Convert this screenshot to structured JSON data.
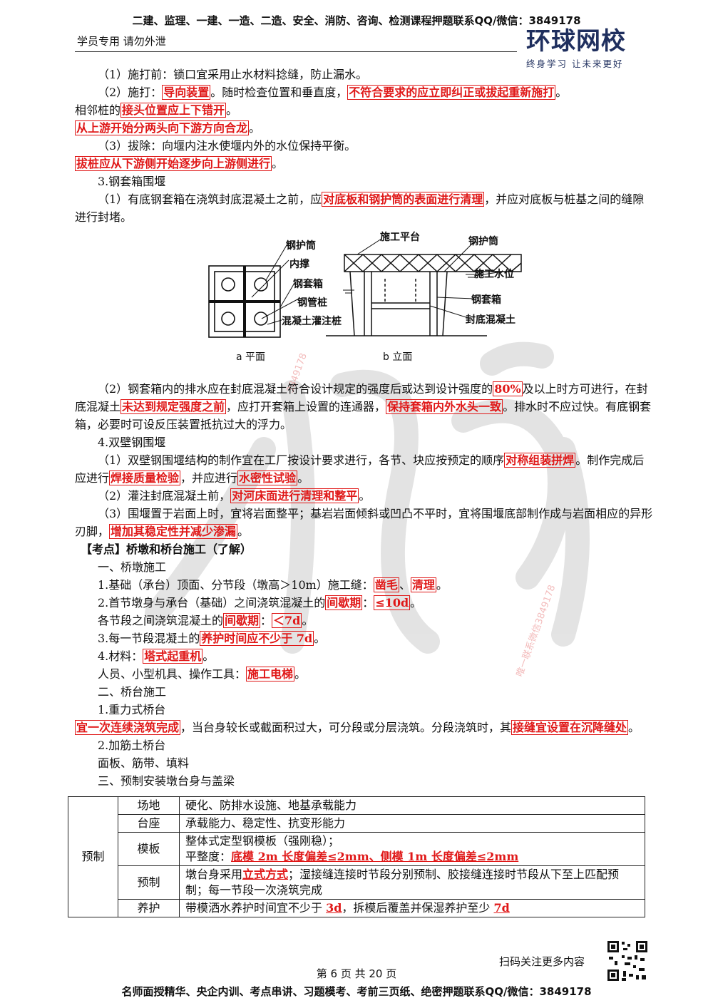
{
  "header": {
    "top_banner": "二建、监理、一建、一造、二造、安全、消防、咨询、检测课程押题联系QQ/微信：3849178",
    "sub_left": "学员专用 请勿外泄",
    "brand_name": "环球网校",
    "brand_slogan": "终身学习 让未来更好"
  },
  "s1": {
    "l1": "（1）施打前：锁口宜采用止水材料捻缝，防止漏水。",
    "l2a": "（2）施打：",
    "l2b": "导向装置",
    "l2c": "。随时检查位置和垂直度，",
    "l2d": "不符合要求的应立即纠正或拔起重新施打",
    "l2e": "。",
    "l3a": "相邻桩的",
    "l3b": "接头位置应上下错开",
    "l3c": "。",
    "l4a": "从上游开始分两头向下游方向合龙",
    "l4b": "。",
    "l5": "（3）拔除：向堰内注水使堰内外的水位保持平衡。",
    "l6a": "拔桩应从下游侧开始逐步向上游侧进行",
    "l6b": "。"
  },
  "s3": {
    "title": "3.钢套箱围堰",
    "p1a": "（1）有底钢套箱在浇筑封底混凝土之前，应",
    "p1b": "对底板和钢护筒的表面进行清理",
    "p1c": "，并应对底板与桩基之间的缝隙进行封堵。",
    "p2a": "（2）钢套箱内的排水应在封底混凝土符合设计规定的强度后或达到设计强度的",
    "p2b": "80%",
    "p2c": "及以上时方可进行，在封底混凝土",
    "p2d": "未达到规定强度之前",
    "p2e": "，应打开套箱上设置的连通器，",
    "p2f": "保持套箱内外水头一致",
    "p2g": "。排水时不应过快。有底钢套箱，必要时可设反压装置抵抗过大的浮力。"
  },
  "figure": {
    "plan_labels": [
      "钢护筒",
      "内撑",
      "钢套箱",
      "钢管桩",
      "混凝土灌注桩"
    ],
    "elev_labels": [
      "施工平台",
      "钢护筒",
      "施工水位",
      "钢套箱",
      "封底混凝土"
    ],
    "caption_a": "a 平面",
    "caption_b": "b 立面"
  },
  "s4": {
    "title": "4.双壁钢围堰",
    "p1a": "（1）双壁钢围堰结构的制作宜在工厂按设计要求进行，各节、块应按预定的顺序",
    "p1b": "对称组装拼焊",
    "p1c": "。制作完成后应进行",
    "p1d": "焊接质量检验",
    "p1e": "，并应进行",
    "p1f": "水密性试验",
    "p1g": "。",
    "p2a": "（2）灌注封底混凝土前，",
    "p2b": "对河床面进行清理和整平",
    "p2c": "。",
    "p3a": "（3）围堰置于岩面上时，宜将岩面整平；基岩岩面倾斜或凹凸不平时，宜将围堰底部制作成与岩面相应的异形刃脚，",
    "p3b": "增加其稳定性并减少渗漏",
    "p3c": "。"
  },
  "kp": {
    "title": "【考点】桥墩和桥台施工（了解）",
    "h1": "一、桥墩施工",
    "i1a": "1.基础（承台）顶面、分节段（墩高＞10m）施工缝：",
    "i1b": "凿毛",
    "i1c": "、",
    "i1d": "清理",
    "i1e": "。",
    "i2a": "2.首节墩身与承台（基础）之间浇筑混凝土的",
    "i2b": "间歇期",
    "i2c": "：",
    "i2d": "≤10d",
    "i2e": "。",
    "i3a": "各节段之间浇筑混凝土的",
    "i3b": "间歇期",
    "i3c": "：",
    "i3d": "＜7d",
    "i3e": "。",
    "i4a": "3.每一节段混凝土的",
    "i4b": "养护时间应不少于 7d",
    "i4c": "。",
    "i5a": "4.材料：",
    "i5b": "塔式起重机",
    "i5c": "。",
    "i6a": "人员、小型机具、操作工具：",
    "i6b": "施工电梯",
    "i6c": "。",
    "h2": "二、桥台施工",
    "g1": "1.重力式桥台",
    "g1a": "宜一次连续浇筑完成",
    "g1b": "，当台身较长或截面积过大，可分段或分层浇筑。分段浇筑时，其",
    "g1c": "接缝宜设置在沉降缝处",
    "g1d": "。",
    "g2": "2.加筋土桥台",
    "g2t": "面板、筋带、填料",
    "h3": "三、预制安装墩台身与盖梁"
  },
  "table": {
    "category": "预制",
    "rows": [
      {
        "sub": "场地",
        "text": "硬化、防排水设施、地基承载能力"
      },
      {
        "sub": "台座",
        "text": "承载能力、稳定性、抗变形能力"
      },
      {
        "sub": "模板",
        "line1": "整体式定型钢模板（强刚稳）；",
        "line2a": "平整度：",
        "line2b": "底模 2m 长度偏差≤2mm",
        "line2c": "、",
        "line2d": "侧模 1m 长度偏差≤2mm"
      },
      {
        "sub": "预制",
        "a": "墩台身采用",
        "b": "立式方式",
        "c": "；湿接缝连接时节段分别预制、胶接缝连接时节段从下至上匹配预制；每一节段一次浇筑完成"
      },
      {
        "sub": "养护",
        "a": "带模洒水养护时间宜不少于 ",
        "b": "3d",
        "c": "，拆模后覆盖并保湿养护至少 ",
        "d": "7d"
      }
    ]
  },
  "footer": {
    "scan": "扫码关注更多内容",
    "page": "第 6 页 共 20 页",
    "ad": "名师面授精华、央企内训、考点串讲、习题模考、考前三页纸、绝密押题联系QQ/微信：3849178"
  },
  "watermark": {
    "t1": "3849178",
    "t2": "唯一联系微信3849178"
  }
}
